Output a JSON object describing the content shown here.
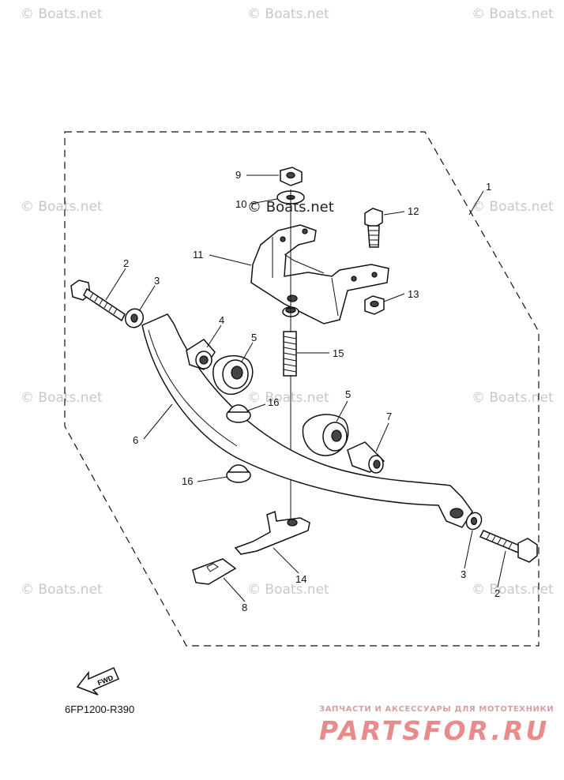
{
  "watermark": "© Boats.net",
  "diagram_code": "6FP1200-R390",
  "fwd_label": "FWD",
  "ru_tagline": "ЗАПЧАСТИ И АКСЕССУАРЫ ДЛЯ МОТОТЕХНИКИ",
  "ru_logo": "PARTSFOR.RU",
  "callouts": {
    "c1": "1",
    "c2a": "2",
    "c2b": "2",
    "c3a": "3",
    "c3b": "3",
    "c4": "4",
    "c5a": "5",
    "c5b": "5",
    "c6": "6",
    "c7": "7",
    "c8": "8",
    "c9": "9",
    "c10": "10",
    "c11": "11",
    "c12": "12",
    "c13": "13",
    "c14": "14",
    "c15": "15",
    "c16a": "16",
    "c16b": "16"
  }
}
